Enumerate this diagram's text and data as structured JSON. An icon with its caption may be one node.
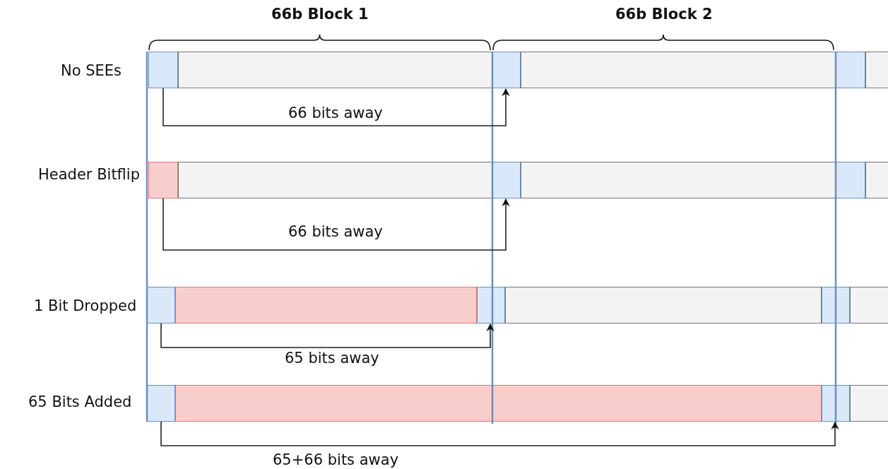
{
  "diagram": {
    "nodes": [
      {
        "text": [],
        "shape": "box",
        "beside": [
          "No SEEs"
        ]
      },
      {
        "text": [],
        "shape": "box"
      },
      {
        "text": [],
        "shape": "box"
      },
      {
        "text": [],
        "shape": "box"
      },
      {
        "text": [],
        "shape": "box"
      },
      {
        "text": [],
        "shape": "box"
      },
      {
        "text": [],
        "shape": "box",
        "beside": [
          "Header Bitflip"
        ]
      },
      {
        "text": [],
        "shape": "box"
      },
      {
        "text": [],
        "shape": "box"
      },
      {
        "text": [],
        "shape": "box"
      },
      {
        "text": [],
        "shape": "box"
      },
      {
        "text": [],
        "shape": "box"
      },
      {
        "text": [],
        "shape": "box",
        "beside": [
          "1 Bit Dropped"
        ]
      },
      {
        "text": [],
        "shape": "box"
      },
      {
        "text": [],
        "shape": "box"
      },
      {
        "text": [],
        "shape": "box"
      },
      {
        "text": [],
        "shape": "box"
      },
      {
        "text": [],
        "shape": "box"
      },
      {
        "text": [],
        "shape": "box",
        "beside": [
          "65 Bits Added"
        ]
      },
      {
        "text": [],
        "shape": "box"
      },
      {
        "text": [],
        "shape": "box"
      },
      {
        "text": [],
        "shape": "box"
      }
    ],
    "edges": [
      {
        "from": 0,
        "to": 2,
        "arrow": "to",
        "label": "66 bits away"
      },
      {
        "from": 6,
        "to": 8,
        "arrow": "to",
        "label": "66 bits away"
      },
      {
        "from": 12,
        "to": 14,
        "arrow": "to",
        "label": "65 bits away"
      },
      {
        "from": 18,
        "to": 20,
        "arrow": "to",
        "label": "65+66 bits away"
      }
    ],
    "labels": [
      "66b Block 1",
      "66b Block 2"
    ]
  }
}
